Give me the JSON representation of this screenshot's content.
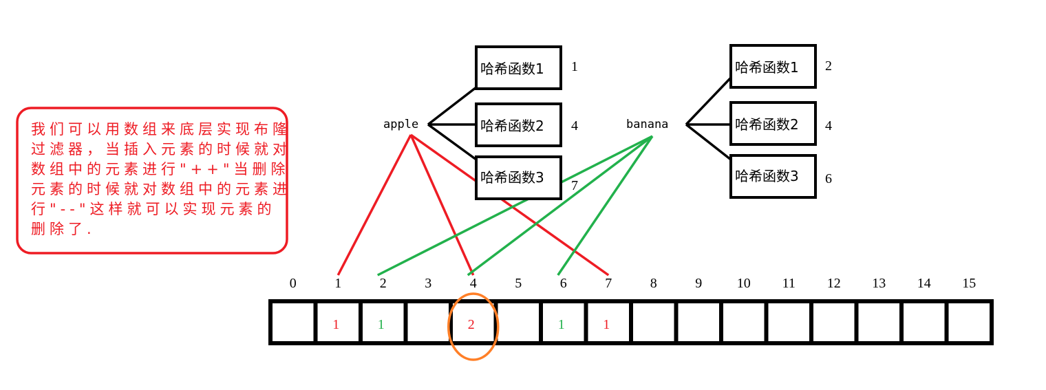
{
  "note": {
    "lines": [
      "我们可以用数组来底层实现布隆",
      "过滤器，当插入元素的时候就对",
      "数组中的元素进行\"++\"当删除",
      "元素的时候就对数组中的元素进",
      "行\"--\"这样就可以实现元素的",
      "删除了."
    ]
  },
  "keys": [
    {
      "word": "apple",
      "hash_functions": [
        {
          "label": "哈希函数1",
          "result": "1"
        },
        {
          "label": "哈希函数2",
          "result": "4"
        },
        {
          "label": "哈希函数3",
          "result": "7"
        }
      ]
    },
    {
      "word": "banana",
      "hash_functions": [
        {
          "label": "哈希函数1",
          "result": "2"
        },
        {
          "label": "哈希函数2",
          "result": "4"
        },
        {
          "label": "哈希函数3",
          "result": "6"
        }
      ]
    }
  ],
  "array": {
    "indices": [
      "0",
      "1",
      "2",
      "3",
      "4",
      "5",
      "6",
      "7",
      "8",
      "9",
      "10",
      "11",
      "12",
      "13",
      "14",
      "15"
    ],
    "counters": [
      {
        "index": 1,
        "value": "1",
        "color": "#ee1c24"
      },
      {
        "index": 2,
        "value": "1",
        "color": "#22b14c"
      },
      {
        "index": 4,
        "value": "2",
        "color": "#ee1c24"
      },
      {
        "index": 6,
        "value": "1",
        "color": "#22b14c"
      },
      {
        "index": 7,
        "value": "1",
        "color": "#ee1c24"
      }
    ],
    "highlighted_index": 4
  },
  "colors": {
    "apple": "#ee1c24",
    "banana": "#22b14c",
    "highlight": "#ff7f27",
    "note": "#ee1c24"
  }
}
